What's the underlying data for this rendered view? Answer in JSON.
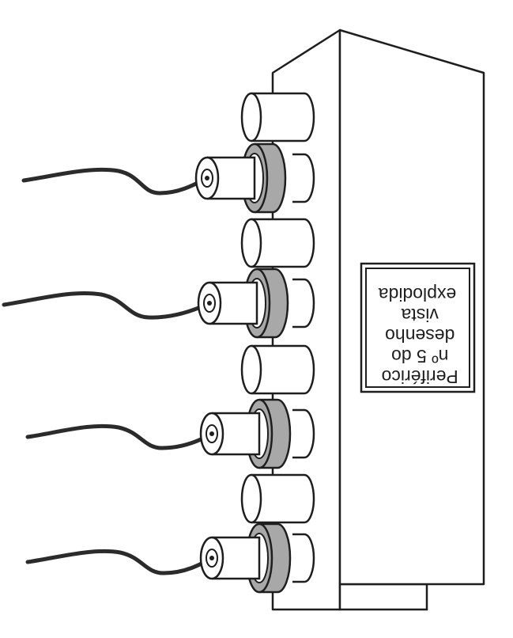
{
  "diagram": {
    "label_lines": [
      "Periférico",
      "nº 5 do",
      "desenho",
      "vista",
      "explodida"
    ],
    "connector_count": 4,
    "colors": {
      "line": "#1e1e1e",
      "ring": "#a8a8a8",
      "cable": "#2b2b2b",
      "background": "#ffffff"
    }
  }
}
